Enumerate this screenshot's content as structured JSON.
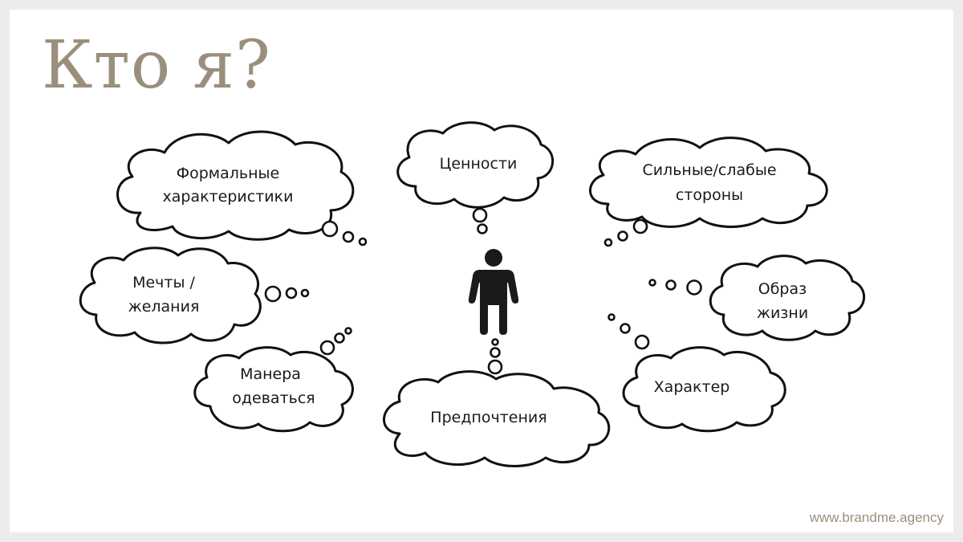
{
  "title": "Кто я?",
  "footer": "www.brandme.agency",
  "thoughts": {
    "formal": [
      "Формальные",
      "характеристики"
    ],
    "values": [
      "Ценности"
    ],
    "strengths": [
      "Сильные/слабые",
      "стороны"
    ],
    "dreams": [
      "Мечты /",
      "желания"
    ],
    "lifestyle": [
      "Образ",
      "жизни"
    ],
    "dress": [
      "Манера",
      "одеваться"
    ],
    "character": [
      "Характер"
    ],
    "preferences": [
      "Предпочтения"
    ]
  },
  "colors": {
    "title": "#9a8f7c",
    "outline": "#111111",
    "figure": "#1a1a1a"
  },
  "icons": {
    "center": "person-icon"
  }
}
